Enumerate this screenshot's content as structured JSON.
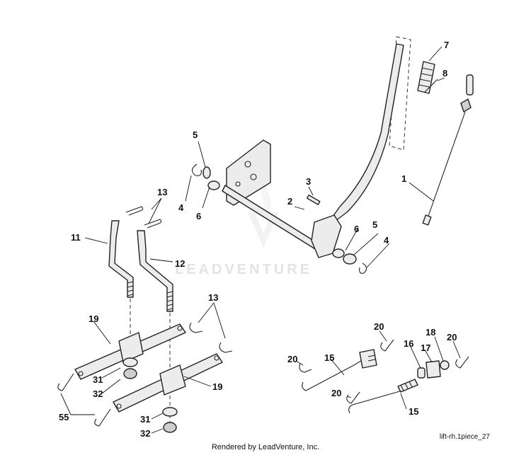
{
  "diagram": {
    "watermark": "LEADVENTURE",
    "drawing_code": "lift-rh.1piece_27",
    "footer": "Rendered by LeadVenture, Inc.",
    "callouts": [
      "1",
      "2",
      "3",
      "4",
      "4",
      "5",
      "5",
      "6",
      "6",
      "7",
      "8",
      "11",
      "12",
      "13",
      "13",
      "15",
      "15",
      "16",
      "17",
      "18",
      "19",
      "19",
      "20",
      "20",
      "20",
      "20",
      "31",
      "31",
      "32",
      "32",
      "55"
    ]
  }
}
